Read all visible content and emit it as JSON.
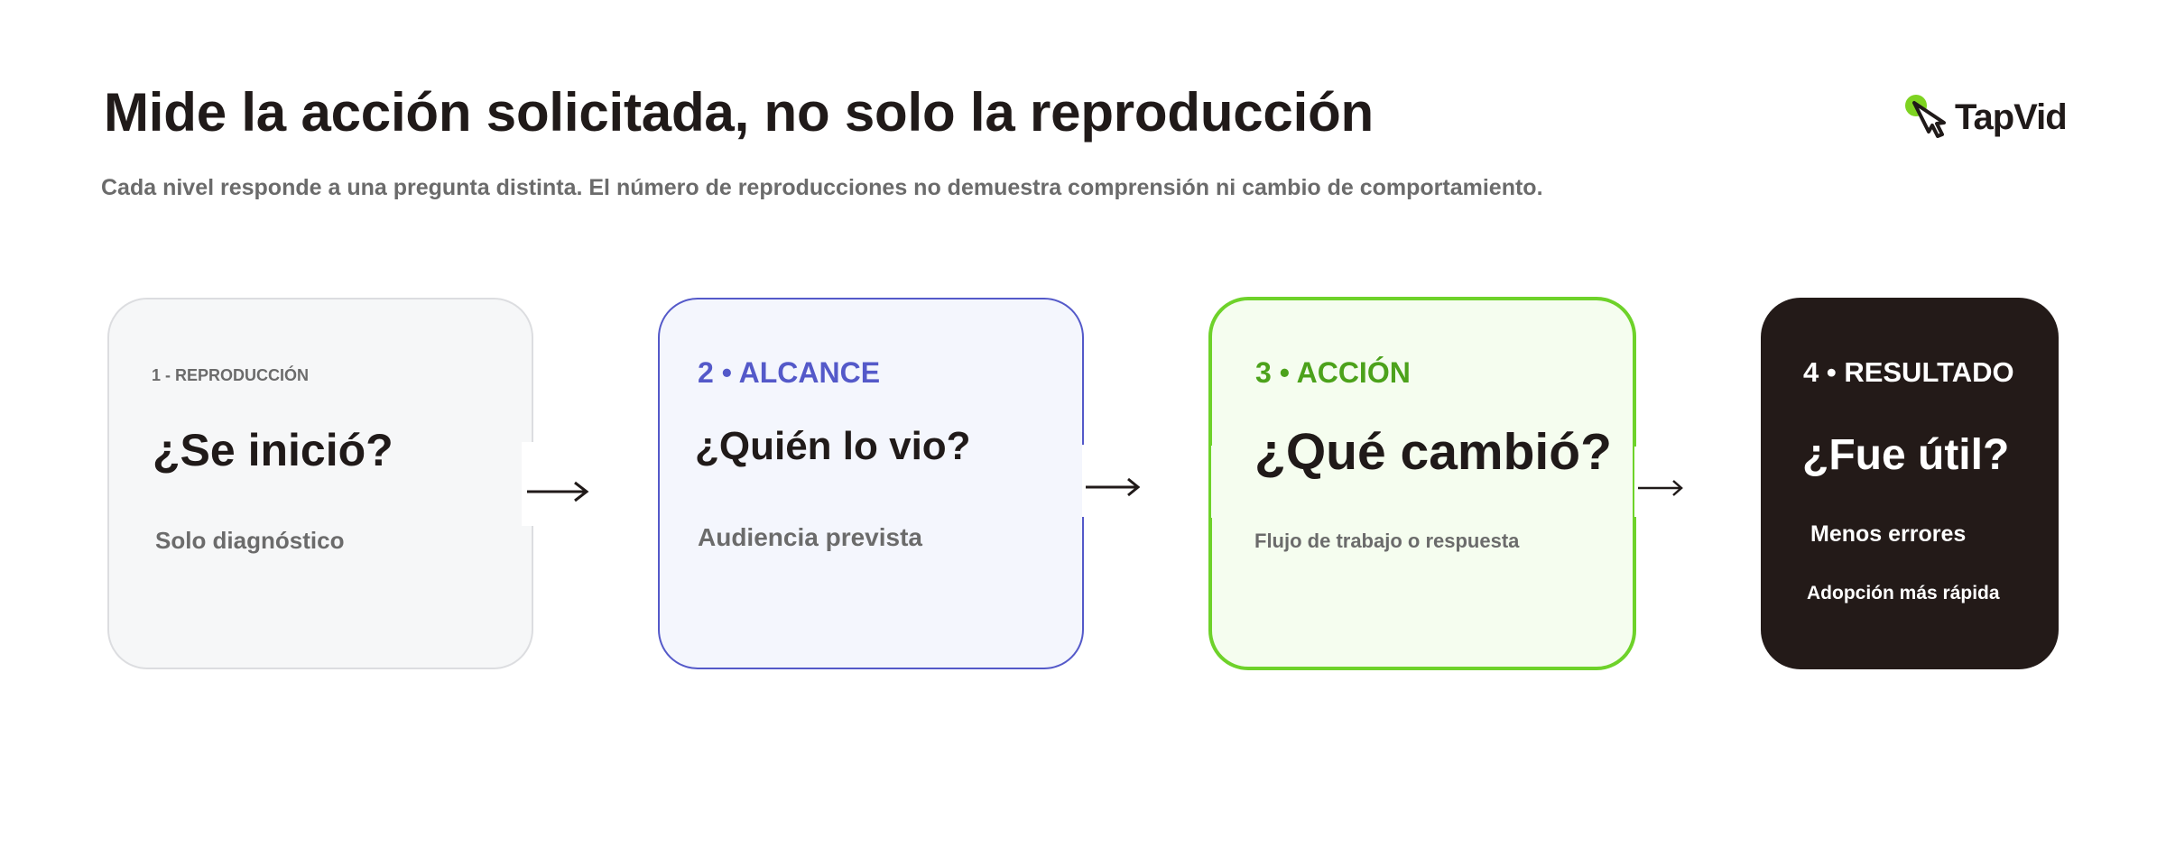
{
  "header": {
    "title": "Mide la acción solicitada, no solo la reproducción",
    "subtitle": "Cada nivel responde a una pregunta distinta. El número de reproducciones no demuestra comprensión ni cambio de comportamiento."
  },
  "logo": {
    "text": "TapVid",
    "icon": "tap-hand-icon",
    "accent_color": "#7ed321"
  },
  "levels": [
    {
      "label": "1 - REPRODUCCIÓN",
      "question": "¿Se inició?",
      "details": [
        "Solo diagnóstico"
      ],
      "border_color": "#dcdde0",
      "background_color": "#f6f7f8",
      "label_color": "#6b6b6b"
    },
    {
      "label": "2 • ALCANCE",
      "question": "¿Quién lo vio?",
      "details": [
        "Audiencia prevista"
      ],
      "border_color": "#5459c9",
      "background_color": "#f4f6fd",
      "label_color": "#5459c9"
    },
    {
      "label": "3 • ACCIÓN",
      "question": "¿Qué cambió?",
      "details": [
        "Flujo de trabajo o respuesta"
      ],
      "border_color": "#6ed22a",
      "background_color": "#f5fdef",
      "label_color": "#4ca21b"
    },
    {
      "label": "4 • RESULTADO",
      "question": "¿Fue útil?",
      "details": [
        "Menos errores",
        "Adopción más rápida"
      ],
      "background_color": "#231a18",
      "label_color": "#ffffff"
    }
  ],
  "connectors": [
    "arrow-right-icon",
    "arrow-right-icon",
    "arrow-right-icon"
  ]
}
